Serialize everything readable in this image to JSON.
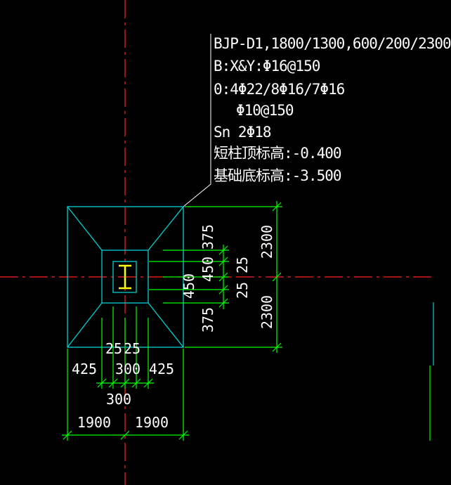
{
  "annotation": {
    "line1": "BJP-D1,1800/1300,600/200/2300",
    "line2": "B:X&Y:Φ16@150",
    "line3": "0:4Φ22/8Φ16/7Φ16",
    "line4": "Φ10@150",
    "line5": "Sn 2Φ18",
    "line6": "短柱顶标高:-0.400",
    "line7": "基础底标高:-3.500"
  },
  "dimensions": {
    "right_upper_outer": "2300",
    "right_lower_outer": "2300",
    "right_upper_inner": "375",
    "right_mid_450_a": "450",
    "right_mid_450_b": "450",
    "right_lower_inner": "375",
    "right_25_a": "25",
    "right_25_b": "25",
    "bottom_25_a": "25",
    "bottom_25_b": "25",
    "bottom_left_425": "425",
    "bottom_300": "300",
    "bottom_right_425": "425",
    "bottom_300_lower": "300",
    "bottom_left_1900": "1900",
    "bottom_right_1900": "1900"
  },
  "colors": {
    "axis": "#ff0000",
    "foundation": "#00c8c8",
    "dimension": "#00ff00",
    "column": "#ffff00",
    "text": "#ffffff"
  }
}
